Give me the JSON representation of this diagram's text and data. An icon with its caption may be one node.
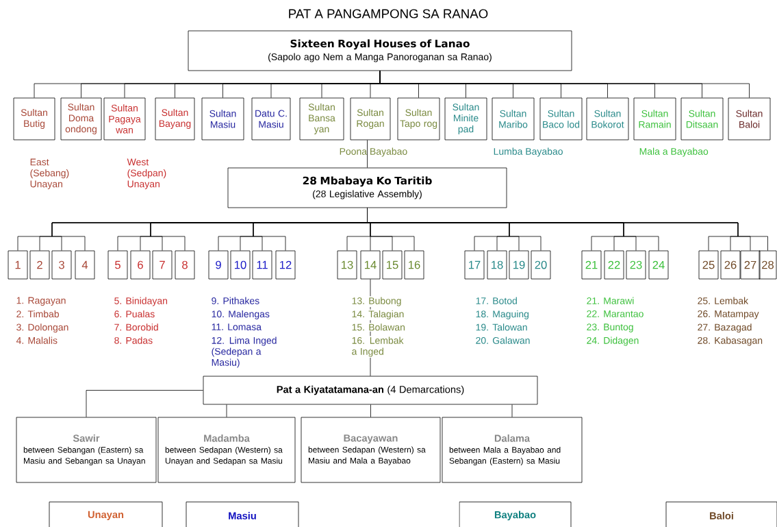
{
  "diagram": {
    "title": "PAT A PANGAMPONG SA RANAO",
    "nodes": [
      {
        "text": [
          "Sixteen Royal Houses of Lanao",
          "(Sapolo ago Nem a Manga Panoroganan sa Ranao)"
        ]
      },
      {
        "text": [
          "Sultan Butig"
        ]
      },
      {
        "text": [
          "Sultan Doma ondong"
        ]
      },
      {
        "text": [
          "Sultan Pagaya wan"
        ]
      },
      {
        "text": [
          "Sultan Bayang"
        ]
      },
      {
        "text": [
          "Sultan Masiu"
        ]
      },
      {
        "text": [
          "Datu C. Masiu"
        ]
      },
      {
        "text": [
          "Sultan Bansa yan"
        ]
      },
      {
        "text": [
          "Sultan Rogan"
        ]
      },
      {
        "text": [
          "Sultan Tapo rog"
        ]
      },
      {
        "text": [
          "Sultan Minite pad"
        ]
      },
      {
        "text": [
          "Sultan Maribo"
        ]
      },
      {
        "text": [
          "Sultan Baco lod"
        ]
      },
      {
        "text": [
          "Sultan Bokorot"
        ]
      },
      {
        "text": [
          "Sultan Ramain"
        ]
      },
      {
        "text": [
          "Sultan Ditsaan"
        ]
      },
      {
        "text": [
          "Sultan Baloi"
        ]
      },
      {
        "text": [
          "28 Mbabaya Ko Taritib",
          "(28 Legislative Assembly)"
        ]
      },
      {
        "text": [
          "1"
        ]
      },
      {
        "text": [
          "2"
        ]
      },
      {
        "text": [
          "3"
        ]
      },
      {
        "text": [
          "4"
        ]
      },
      {
        "text": [
          "5"
        ]
      },
      {
        "text": [
          "6"
        ]
      },
      {
        "text": [
          "7"
        ]
      },
      {
        "text": [
          "8"
        ]
      },
      {
        "text": [
          "9"
        ]
      },
      {
        "text": [
          "10"
        ]
      },
      {
        "text": [
          "11"
        ]
      },
      {
        "text": [
          "12"
        ]
      },
      {
        "text": [
          "13"
        ]
      },
      {
        "text": [
          "14"
        ]
      },
      {
        "text": [
          "15"
        ]
      },
      {
        "text": [
          "16"
        ]
      },
      {
        "text": [
          "17"
        ]
      },
      {
        "text": [
          "18"
        ]
      },
      {
        "text": [
          "19"
        ]
      },
      {
        "text": [
          "20"
        ]
      },
      {
        "text": [
          "21"
        ]
      },
      {
        "text": [
          "22"
        ]
      },
      {
        "text": [
          "23"
        ]
      },
      {
        "text": [
          "24"
        ]
      },
      {
        "text": [
          "25"
        ]
      },
      {
        "text": [
          "26"
        ]
      },
      {
        "text": [
          "27"
        ]
      },
      {
        "text": [
          "28"
        ]
      },
      {
        "text": [
          "**Pat a Kiyatatamana-an** (4 Demarcations)"
        ]
      },
      {
        "text": [
          "Sawir",
          "between Sebangan (Eastern) sa Masiu and Sebangan sa Unayan"
        ]
      },
      {
        "text": [
          "Madamba",
          "between Sedapan (Western) sa Unayan and Sedapan sa Masiu"
        ]
      },
      {
        "text": [
          "Bacayawan",
          "between Sedapan (Western) sa Masiu and Mala a Bayabao"
        ]
      },
      {
        "text": [
          "Dalama",
          "between Mala a Bayabao and Sebangan (Eastern) sa Masiu"
        ]
      },
      {
        "text": [
          "Unayan"
        ]
      },
      {
        "text": [
          "Masiu"
        ]
      },
      {
        "text": [
          "Bayabao"
        ]
      },
      {
        "text": [
          "Baloi"
        ]
      }
    ],
    "edges": [
      {
        "from": 0,
        "to": 1,
        "arrow": "none"
      },
      {
        "from": 0,
        "to": 2,
        "arrow": "none"
      },
      {
        "from": 0,
        "to": 3,
        "arrow": "none"
      },
      {
        "from": 0,
        "to": 4,
        "arrow": "none"
      },
      {
        "from": 0,
        "to": 5,
        "arrow": "none"
      },
      {
        "from": 0,
        "to": 6,
        "arrow": "none"
      },
      {
        "from": 0,
        "to": 7,
        "arrow": "none"
      },
      {
        "from": 0,
        "to": 8,
        "arrow": "none"
      },
      {
        "from": 0,
        "to": 9,
        "arrow": "none"
      },
      {
        "from": 0,
        "to": 10,
        "arrow": "none"
      },
      {
        "from": 0,
        "to": 11,
        "arrow": "none"
      },
      {
        "from": 0,
        "to": 12,
        "arrow": "none"
      },
      {
        "from": 0,
        "to": 13,
        "arrow": "none"
      },
      {
        "from": 0,
        "to": 14,
        "arrow": "none"
      },
      {
        "from": 0,
        "to": 15,
        "arrow": "none"
      },
      {
        "from": 0,
        "to": 16,
        "arrow": "none"
      },
      {
        "from": 8,
        "to": 17,
        "arrow": "none"
      },
      {
        "from": 17,
        "to": 18,
        "arrow": "none"
      },
      {
        "from": 17,
        "to": 19,
        "arrow": "none"
      },
      {
        "from": 17,
        "to": 20,
        "arrow": "none"
      },
      {
        "from": 17,
        "to": 21,
        "arrow": "none"
      },
      {
        "from": 17,
        "to": 22,
        "arrow": "none"
      },
      {
        "from": 17,
        "to": 23,
        "arrow": "none"
      },
      {
        "from": 17,
        "to": 24,
        "arrow": "none"
      },
      {
        "from": 17,
        "to": 25,
        "arrow": "none"
      },
      {
        "from": 17,
        "to": 26,
        "arrow": "none"
      },
      {
        "from": 17,
        "to": 27,
        "arrow": "none"
      },
      {
        "from": 17,
        "to": 28,
        "arrow": "none"
      },
      {
        "from": 17,
        "to": 29,
        "arrow": "none"
      },
      {
        "from": 17,
        "to": 30,
        "arrow": "none"
      },
      {
        "from": 17,
        "to": 31,
        "arrow": "none"
      },
      {
        "from": 17,
        "to": 32,
        "arrow": "none"
      },
      {
        "from": 17,
        "to": 33,
        "arrow": "none"
      },
      {
        "from": 17,
        "to": 34,
        "arrow": "none"
      },
      {
        "from": 17,
        "to": 35,
        "arrow": "none"
      },
      {
        "from": 17,
        "to": 36,
        "arrow": "none"
      },
      {
        "from": 17,
        "to": 37,
        "arrow": "none"
      },
      {
        "from": 17,
        "to": 38,
        "arrow": "none"
      },
      {
        "from": 17,
        "to": 39,
        "arrow": "none"
      },
      {
        "from": 17,
        "to": 40,
        "arrow": "none"
      },
      {
        "from": 17,
        "to": 41,
        "arrow": "none"
      },
      {
        "from": 17,
        "to": 42,
        "arrow": "none"
      },
      {
        "from": 17,
        "to": 43,
        "arrow": "none"
      },
      {
        "from": 17,
        "to": 44,
        "arrow": "none"
      },
      {
        "from": 17,
        "to": 45,
        "arrow": "none"
      },
      {
        "from": 31,
        "to": 46,
        "arrow": "none"
      },
      {
        "from": 46,
        "to": 47,
        "arrow": "none"
      },
      {
        "from": 46,
        "to": 48,
        "arrow": "none"
      },
      {
        "from": 46,
        "to": 49,
        "arrow": "none"
      },
      {
        "from": 46,
        "to": 50,
        "arrow": "none"
      }
    ],
    "labels": [
      "Poona Bayabao",
      "Lumba Bayabao",
      "Mala a Bayabao",
      "East (Sebang) Unayan",
      "West (Sedpan) Unayan",
      "1. Ragayan",
      "2. Timbab",
      "3. Dolongan",
      "4. Malalis",
      "5. Binidayan",
      "6. Pualas",
      "7. Borobid",
      "8. Padas",
      "9. Pithakes",
      "10. Malengas",
      "11. Lomasa",
      "12. Lima Inged (Sedepan a Masiu)",
      "13. Bubong",
      "14. Talagian",
      "15. Bolawan",
      "16. Lembak a Inged",
      "17. Botod",
      "18. Maguing",
      "19. Talowan",
      "20. Galawan",
      "21. Marawi",
      "22. Marantao",
      "23. Buntog",
      "24. Didagen",
      "25. Lembak",
      "26. Matampay",
      "27. Bazagad",
      "28. Kabasagan"
    ]
  }
}
